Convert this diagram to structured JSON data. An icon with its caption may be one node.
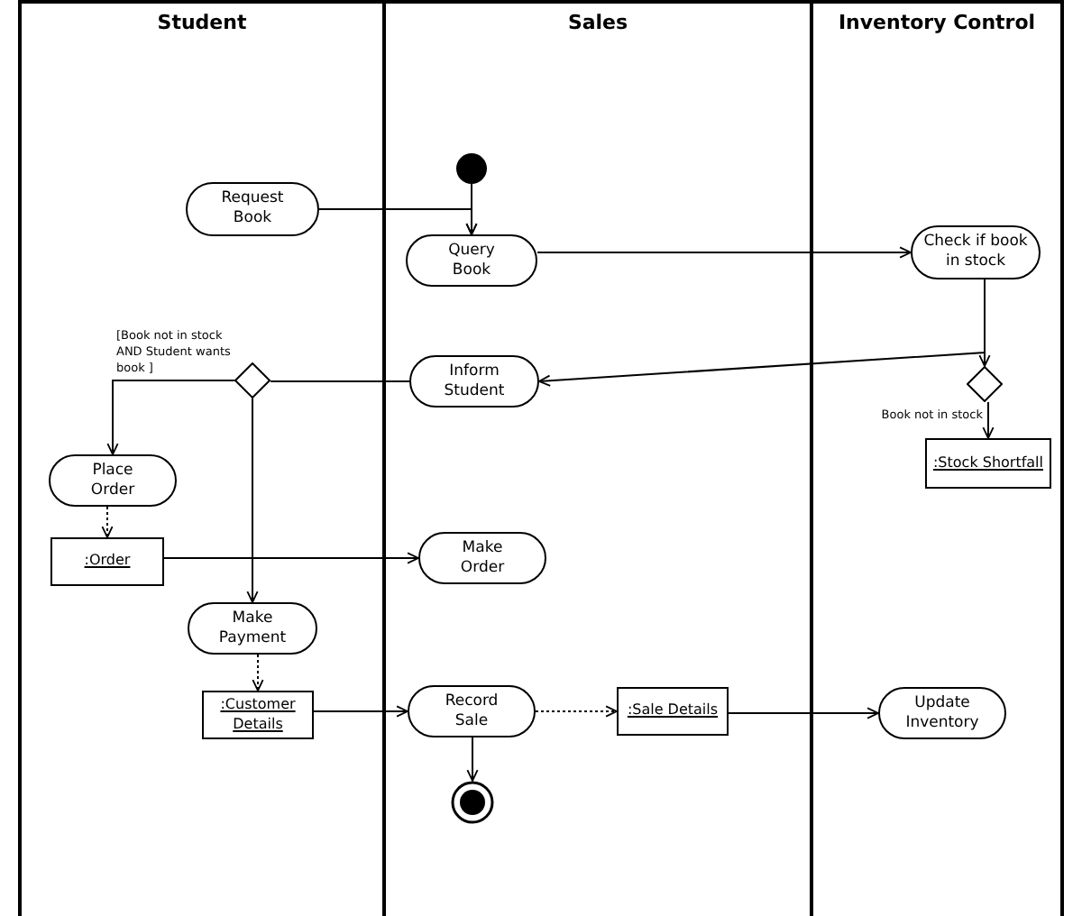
{
  "diagram": {
    "nodes": [
      {
        "text": [
          "Student"
        ]
      },
      {
        "text": [
          "Sales"
        ]
      },
      {
        "text": [
          "Inventory Control"
        ]
      },
      {
        "text": [],
        "shape": "circle",
        "in": 1
      },
      {
        "text": [
          "Request Book"
        ],
        "in": 0
      },
      {
        "text": [
          "Query Book"
        ],
        "in": 1
      },
      {
        "text": [
          "Check if book in stock"
        ],
        "in": 2
      },
      {
        "text": [
          "Inform Student"
        ],
        "in": 1
      },
      {
        "text": [],
        "shape": "diamond",
        "in": 0
      },
      {
        "text": [],
        "shape": "diamond",
        "in": 2
      },
      {
        "text": [
          ":Stock Shortfall"
        ],
        "in": 2
      },
      {
        "text": [
          "Place Order"
        ],
        "in": 0
      },
      {
        "text": [
          ":Order"
        ],
        "in": 0
      },
      {
        "text": [
          "Make Order"
        ],
        "in": 1
      },
      {
        "text": [
          "Make Payment"
        ],
        "in": 0
      },
      {
        "text": [
          ":Customer Details"
        ],
        "in": 0
      },
      {
        "text": [
          "Record Sale"
        ],
        "in": 1
      },
      {
        "text": [
          ":Sale Details"
        ],
        "in": 1
      },
      {
        "text": [
          "Update Inventory"
        ],
        "in": 2
      },
      {
        "text": [],
        "shape": "circle",
        "in": 1
      }
    ],
    "edges": [
      {
        "from": 3,
        "to": 5,
        "arrow": "to"
      },
      {
        "from": 4,
        "to": 5,
        "arrow": "to"
      },
      {
        "from": 5,
        "to": 6,
        "arrow": "to"
      },
      {
        "from": 6,
        "to": 9,
        "arrow": "to"
      },
      {
        "from": 6,
        "to": 7,
        "arrow": "to"
      },
      {
        "from": 7,
        "to": 8,
        "arrow": "none"
      },
      {
        "from": 8,
        "to": 11,
        "arrow": "to",
        "label": "[Book not in stock AND Student wants book ]"
      },
      {
        "from": 8,
        "to": 14,
        "arrow": "to"
      },
      {
        "from": 9,
        "to": 10,
        "arrow": "to",
        "label": "Book not in stock"
      },
      {
        "from": 11,
        "to": 12,
        "arrow": "to",
        "style": "dashed"
      },
      {
        "from": 12,
        "to": 13,
        "arrow": "to"
      },
      {
        "from": 14,
        "to": 15,
        "arrow": "to",
        "style": "dashed"
      },
      {
        "from": 15,
        "to": 16,
        "arrow": "to"
      },
      {
        "from": 16,
        "to": 19,
        "arrow": "to"
      },
      {
        "from": 16,
        "to": 17,
        "arrow": "to",
        "style": "dashed"
      },
      {
        "from": 17,
        "to": 18,
        "arrow": "to"
      }
    ]
  }
}
